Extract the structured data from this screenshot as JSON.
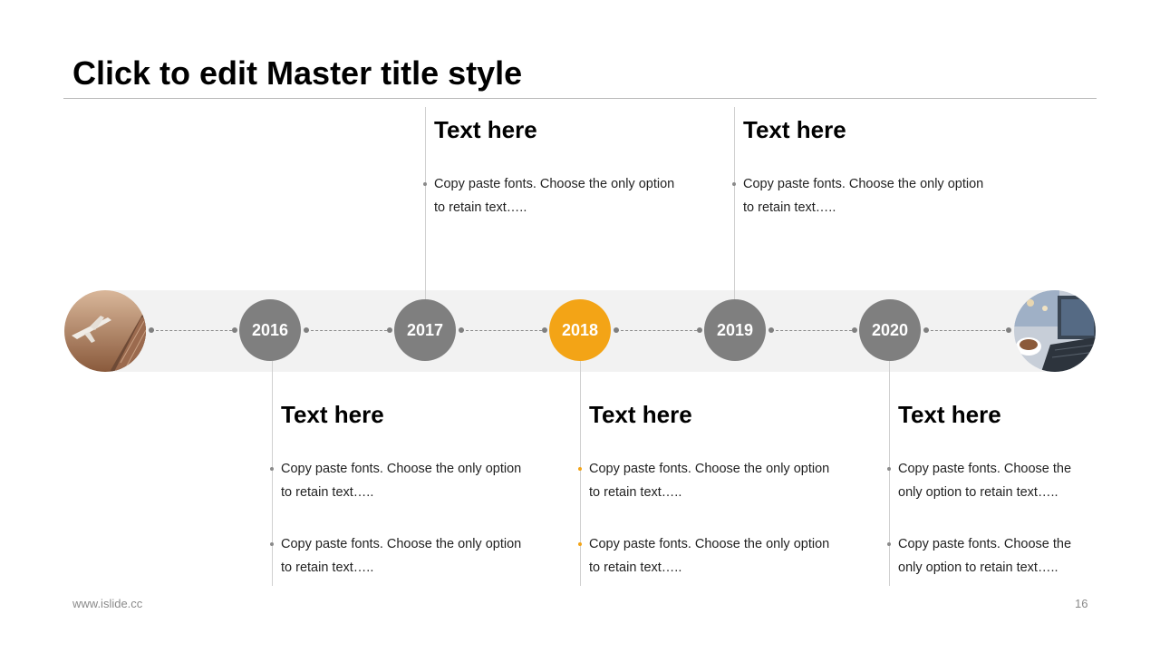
{
  "slide": {
    "title": "Click to edit Master title style",
    "footer_url": "www.islide.cc",
    "page_number": "16",
    "accent_color": "#f3a416",
    "neutral_color": "#7f7f7f"
  },
  "timeline": {
    "years": [
      "2016",
      "2017",
      "2018",
      "2019",
      "2020"
    ],
    "highlighted_year": "2018",
    "left_image_icon": "airplane-city-photo",
    "right_image_icon": "laptop-coffee-photo"
  },
  "cards": [
    {
      "year": "2016",
      "heading": "Text here",
      "bullets": [
        "Copy paste fonts. Choose the only option to retain text…..",
        "Copy paste fonts. Choose the only option to retain text….."
      ]
    },
    {
      "year": "2017",
      "heading": "Text here",
      "bullets": [
        "Copy paste fonts. Choose the only option to retain text….."
      ]
    },
    {
      "year": "2018",
      "heading": "Text here",
      "bullets": [
        "Copy paste fonts. Choose the only option to retain text…..",
        "Copy paste fonts. Choose the only option to retain text….."
      ]
    },
    {
      "year": "2019",
      "heading": "Text here",
      "bullets": [
        "Copy paste fonts. Choose the only option to retain text….."
      ]
    },
    {
      "year": "2020",
      "heading": "Text here",
      "bullets": [
        "Copy paste fonts. Choose the only option to retain text…..",
        "Copy paste fonts. Choose the only option to retain text….."
      ]
    }
  ]
}
